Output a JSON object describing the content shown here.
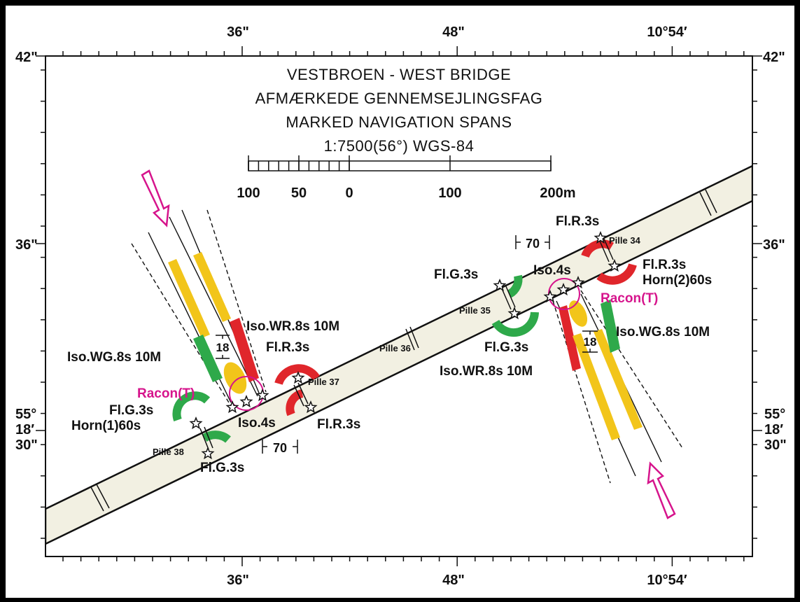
{
  "title": {
    "line1": "VESTBROEN - WEST BRIDGE",
    "line2": "AFMÆRKEDE GENNEMSEJLINGSFAG",
    "line3": "MARKED NAVIGATION SPANS",
    "line4": "1:7500(56°) WGS-84"
  },
  "scale_bar": {
    "labels": [
      "100",
      "50",
      "0",
      "100",
      "200m"
    ]
  },
  "coordinates": {
    "top": [
      "36\"",
      "48\"",
      "10°54′"
    ],
    "bottom": [
      "36\"",
      "48\"",
      "10°54′"
    ],
    "left_top": "42\"",
    "right_top": "42\"",
    "left_mid": "36\"",
    "right_mid": "36\"",
    "left_lat": [
      "55°",
      "18′",
      "30\""
    ],
    "right_lat": [
      "55°",
      "18′",
      "30\""
    ]
  },
  "west_span": {
    "racon": "Racon(T)",
    "iso_light": "Iso.4s",
    "iso_wr": "Iso.WR.8s 10M",
    "iso_wg": "Iso.WG.8s 10M",
    "fl_r_upper": "Fl.R.3s",
    "fl_r_lower": "Fl.R.3s",
    "fl_g_horn": [
      "Fl.G.3s",
      "Horn(1)60s"
    ],
    "fl_g_lower": "Fl.G.3s",
    "pille_37": "Pille 37",
    "pille_38": "Pille 38",
    "width_70": "70",
    "width_18": "18"
  },
  "east_span": {
    "racon": "Racon(T)",
    "iso_light": "Iso.4s",
    "iso_wr": "Iso.WR.8s 10M",
    "iso_wg": "Iso.WG.8s 10M",
    "fl_r_top": "Fl.R.3s",
    "fl_r_horn": [
      "Fl.R.3s",
      "Horn(2)60s"
    ],
    "fl_g_upper": "Fl.G.3s",
    "fl_g_lower": "Fl.G.3s",
    "pille_34": "Pille 34",
    "pille_35": "Pille 35",
    "width_70": "70",
    "width_18": "18"
  },
  "pille_36": "Pille 36",
  "colors": {
    "bridge_fill": "#f2f0e2",
    "red": "#e0262b",
    "green": "#2ea94a",
    "yellow": "#f2c51a",
    "magenta": "#d6148c"
  }
}
